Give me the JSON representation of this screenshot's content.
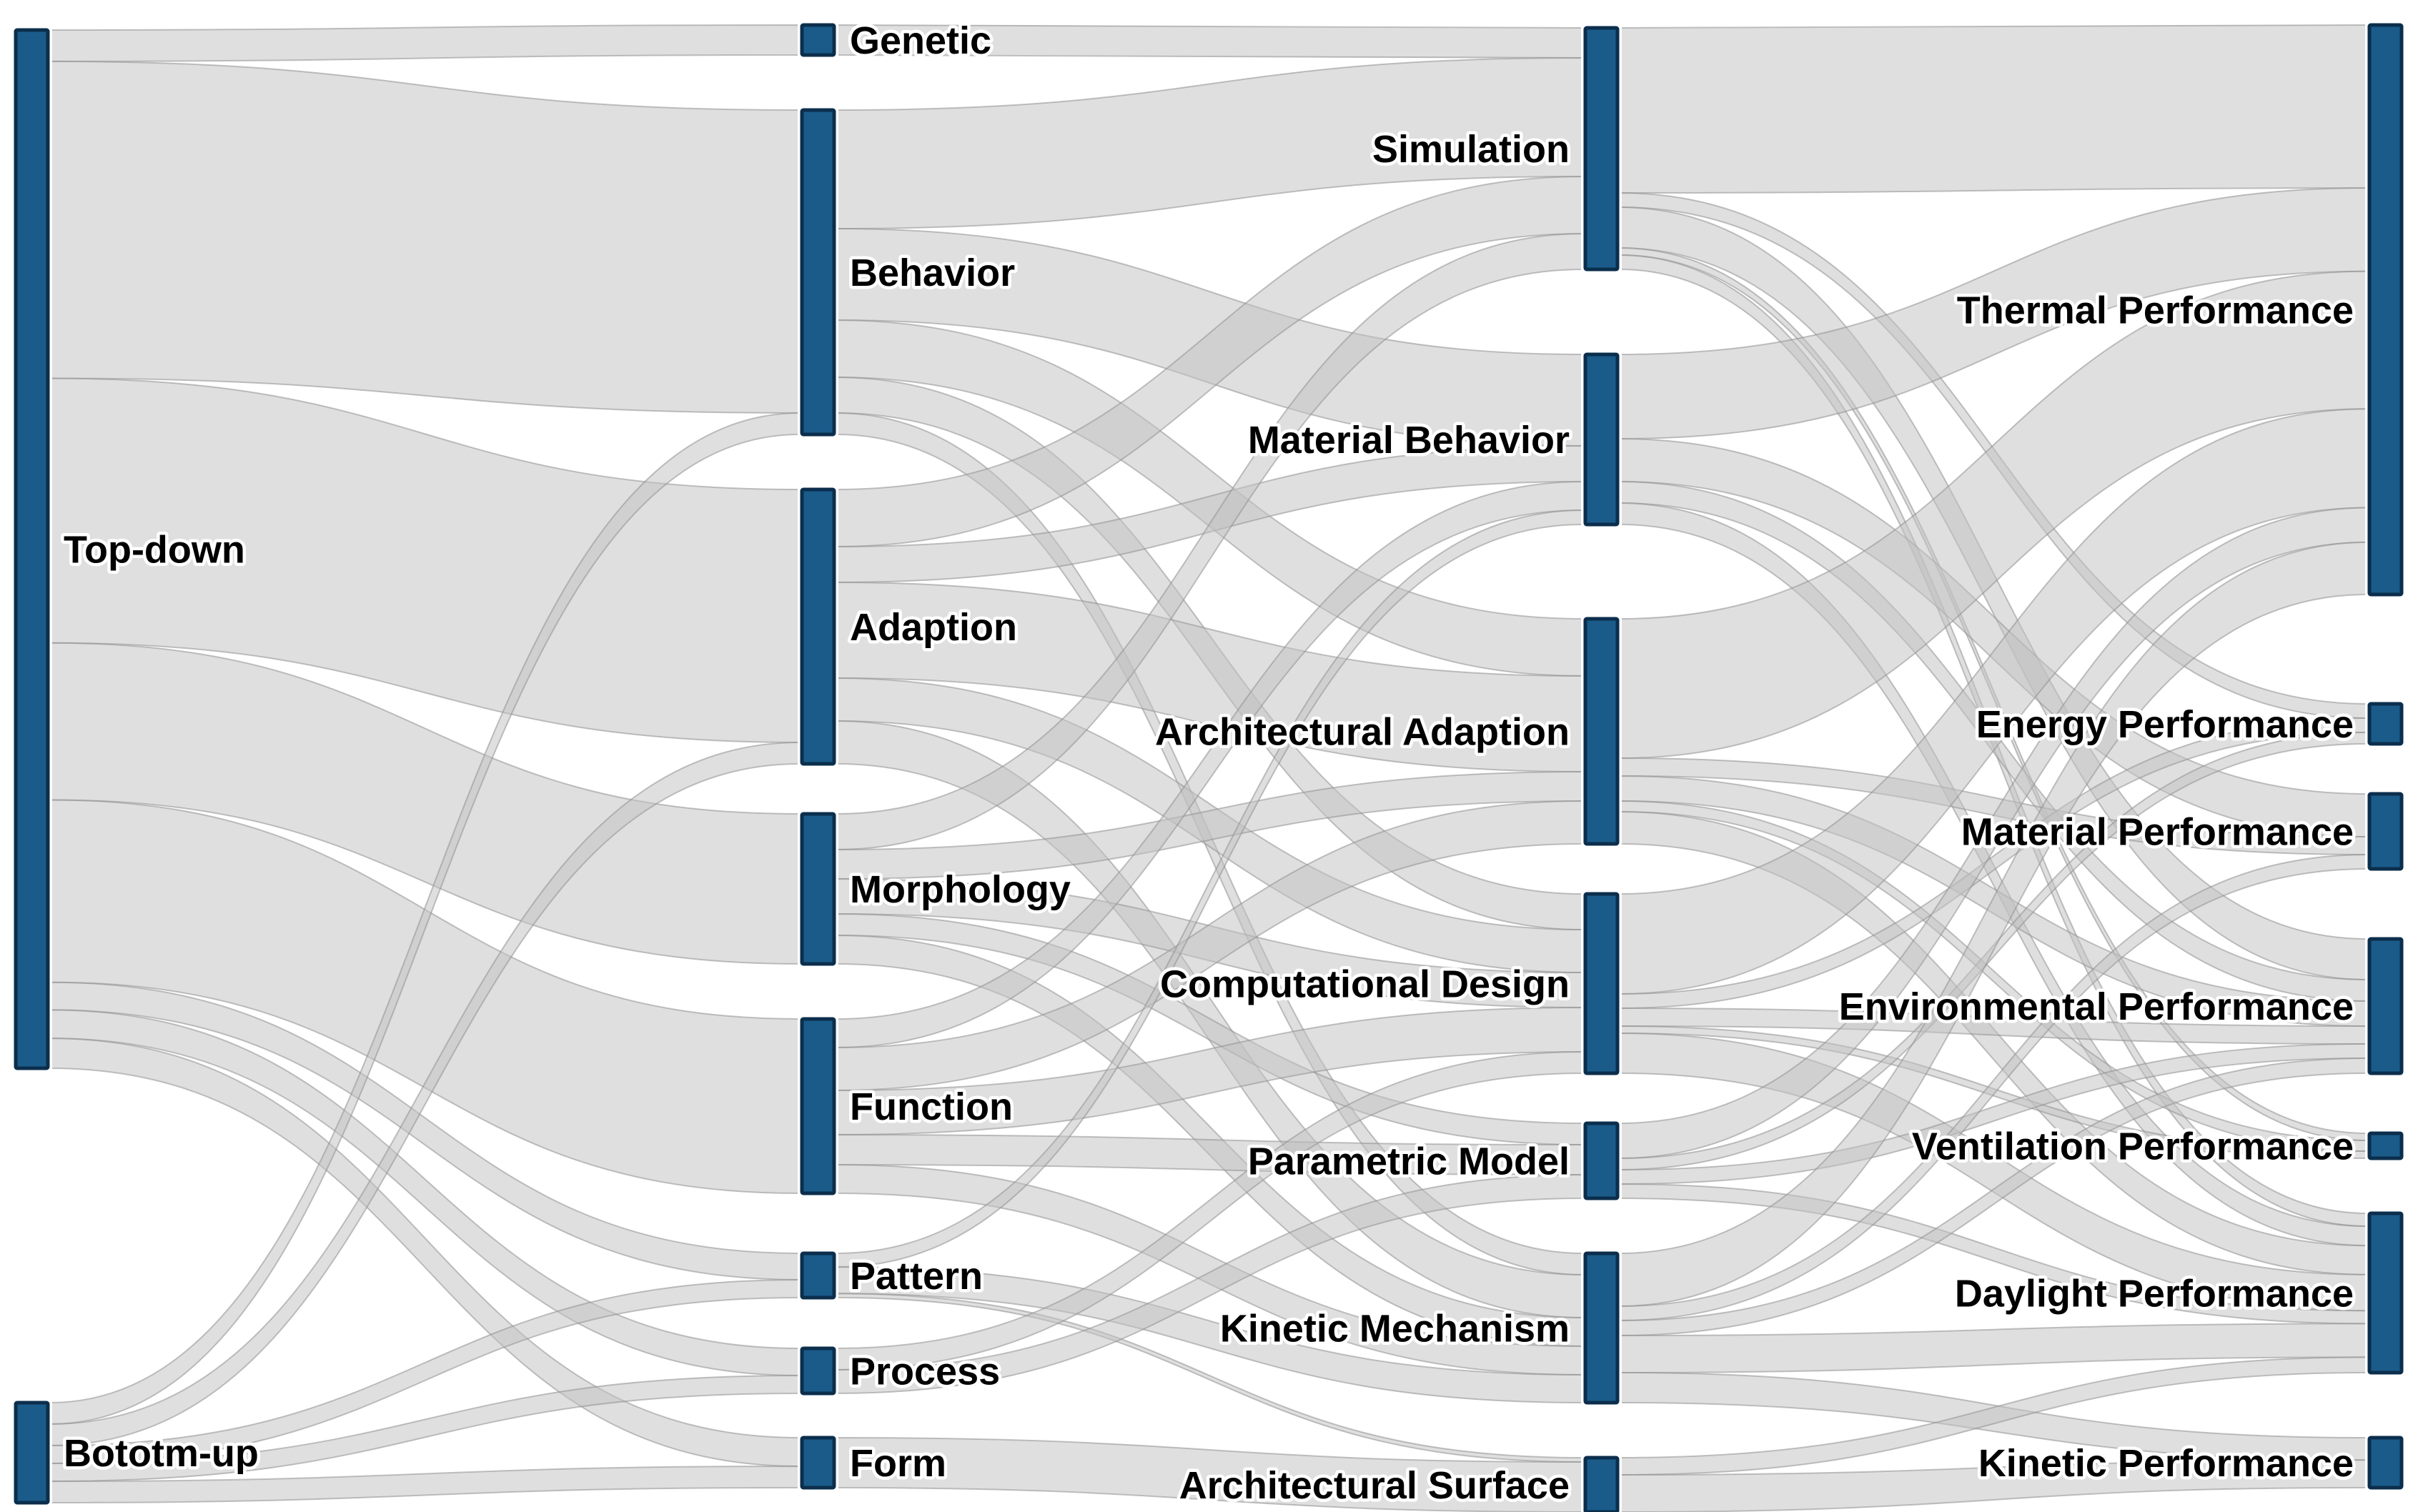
{
  "figure": {
    "title": "Sankey diagram of biomimetic design approaches, strategies, methods and performance targets",
    "background_color": "#ffffff"
  },
  "colors": {
    "node_fill": "#1a5b89",
    "node_stroke": "#0b2e4c",
    "node_halo": "#ffffff",
    "link_fill": "#c2c2c2",
    "link_stroke": "#8f8f8f",
    "label_color": "#000000",
    "label_halo": "#ffffff"
  },
  "chart_data": {
    "type": "sankey",
    "columns": [
      "approach",
      "strategy",
      "method",
      "performance"
    ],
    "legend_position": "none",
    "grid": false,
    "nodes": [
      {
        "id": "top-down",
        "label": "Top-down",
        "column": 0,
        "value": 1453
      },
      {
        "id": "bototm-up",
        "label": "Bototm-up",
        "column": 0,
        "value": 140
      },
      {
        "id": "genetic",
        "label": "Genetic",
        "column": 1,
        "value": 42
      },
      {
        "id": "behavior",
        "label": "Behavior",
        "column": 1,
        "value": 454
      },
      {
        "id": "adaption",
        "label": "Adaption",
        "column": 1,
        "value": 384
      },
      {
        "id": "morphology",
        "label": "Morphology",
        "column": 1,
        "value": 210
      },
      {
        "id": "function",
        "label": "Function",
        "column": 1,
        "value": 244
      },
      {
        "id": "pattern",
        "label": "Pattern",
        "column": 1,
        "value": 62
      },
      {
        "id": "process",
        "label": "Process",
        "column": 1,
        "value": 63
      },
      {
        "id": "form",
        "label": "Form",
        "column": 1,
        "value": 70
      },
      {
        "id": "simulation",
        "label": "Simulation",
        "column": 2,
        "value": 338
      },
      {
        "id": "material-behavior",
        "label": "Material Behavior",
        "column": 2,
        "value": 238
      },
      {
        "id": "architectural-adaption",
        "label": "Architectural Adaption",
        "column": 2,
        "value": 315
      },
      {
        "id": "computational-design",
        "label": "Computational Design",
        "column": 2,
        "value": 251
      },
      {
        "id": "parametric-model",
        "label": "Parametric Model",
        "column": 2,
        "value": 105
      },
      {
        "id": "kinetic-mechanism",
        "label": "Kinetic Mechanism",
        "column": 2,
        "value": 209
      },
      {
        "id": "architectural-surface",
        "label": "Architectural Surface",
        "column": 2,
        "value": 76
      },
      {
        "id": "thermal-performance",
        "label": "Thermal Performance",
        "column": 3,
        "value": 797
      },
      {
        "id": "energy-performance",
        "label": "Energy Performance",
        "column": 3,
        "value": 56
      },
      {
        "id": "material-performance",
        "label": "Material Performance",
        "column": 3,
        "value": 105
      },
      {
        "id": "environmental-performance",
        "label": "Environmental Performance",
        "column": 3,
        "value": 188
      },
      {
        "id": "ventilation-performance",
        "label": "Ventilation Performance",
        "column": 3,
        "value": 35
      },
      {
        "id": "daylight-performance",
        "label": "Daylight Performance",
        "column": 3,
        "value": 223
      },
      {
        "id": "kinetic-performance",
        "label": "Kinetic Performance",
        "column": 3,
        "value": 70
      }
    ],
    "links": [
      {
        "source": "top-down",
        "target": "genetic",
        "value": 42
      },
      {
        "source": "top-down",
        "target": "behavior",
        "value": 424
      },
      {
        "source": "top-down",
        "target": "adaption",
        "value": 354
      },
      {
        "source": "top-down",
        "target": "morphology",
        "value": 210
      },
      {
        "source": "top-down",
        "target": "function",
        "value": 244
      },
      {
        "source": "top-down",
        "target": "pattern",
        "value": 37
      },
      {
        "source": "top-down",
        "target": "process",
        "value": 38
      },
      {
        "source": "top-down",
        "target": "form",
        "value": 40
      },
      {
        "source": "bototm-up",
        "target": "behavior",
        "value": 30
      },
      {
        "source": "bototm-up",
        "target": "adaption",
        "value": 30
      },
      {
        "source": "bototm-up",
        "target": "pattern",
        "value": 25
      },
      {
        "source": "bototm-up",
        "target": "process",
        "value": 25
      },
      {
        "source": "bototm-up",
        "target": "form",
        "value": 30
      },
      {
        "source": "genetic",
        "target": "simulation",
        "value": 42
      },
      {
        "source": "behavior",
        "target": "simulation",
        "value": 166
      },
      {
        "source": "behavior",
        "target": "material-behavior",
        "value": 128
      },
      {
        "source": "behavior",
        "target": "architectural-adaption",
        "value": 80
      },
      {
        "source": "behavior",
        "target": "computational-design",
        "value": 50
      },
      {
        "source": "behavior",
        "target": "kinetic-mechanism",
        "value": 30
      },
      {
        "source": "adaption",
        "target": "simulation",
        "value": 80
      },
      {
        "source": "adaption",
        "target": "material-behavior",
        "value": 50
      },
      {
        "source": "adaption",
        "target": "architectural-adaption",
        "value": 134
      },
      {
        "source": "adaption",
        "target": "computational-design",
        "value": 60
      },
      {
        "source": "adaption",
        "target": "kinetic-mechanism",
        "value": 60
      },
      {
        "source": "morphology",
        "target": "simulation",
        "value": 50
      },
      {
        "source": "morphology",
        "target": "architectural-adaption",
        "value": 41
      },
      {
        "source": "morphology",
        "target": "computational-design",
        "value": 49
      },
      {
        "source": "morphology",
        "target": "parametric-model",
        "value": 30
      },
      {
        "source": "morphology",
        "target": "kinetic-mechanism",
        "value": 40
      },
      {
        "source": "function",
        "target": "material-behavior",
        "value": 40
      },
      {
        "source": "function",
        "target": "architectural-adaption",
        "value": 60
      },
      {
        "source": "function",
        "target": "computational-design",
        "value": 62
      },
      {
        "source": "function",
        "target": "parametric-model",
        "value": 42
      },
      {
        "source": "function",
        "target": "kinetic-mechanism",
        "value": 40
      },
      {
        "source": "pattern",
        "target": "material-behavior",
        "value": 20
      },
      {
        "source": "pattern",
        "target": "kinetic-mechanism",
        "value": 39
      },
      {
        "source": "pattern",
        "target": "architectural-surface",
        "value": 6
      },
      {
        "source": "process",
        "target": "computational-design",
        "value": 30
      },
      {
        "source": "process",
        "target": "parametric-model",
        "value": 33
      },
      {
        "source": "form",
        "target": "architectural-surface",
        "value": 70
      },
      {
        "source": "simulation",
        "target": "thermal-performance",
        "value": 231
      },
      {
        "source": "simulation",
        "target": "energy-performance",
        "value": 20
      },
      {
        "source": "simulation",
        "target": "environmental-performance",
        "value": 57
      },
      {
        "source": "simulation",
        "target": "ventilation-performance",
        "value": 10
      },
      {
        "source": "simulation",
        "target": "daylight-performance",
        "value": 20
      },
      {
        "source": "material-behavior",
        "target": "thermal-performance",
        "value": 118
      },
      {
        "source": "material-behavior",
        "target": "material-performance",
        "value": 60
      },
      {
        "source": "material-behavior",
        "target": "environmental-performance",
        "value": 30
      },
      {
        "source": "material-behavior",
        "target": "daylight-performance",
        "value": 30
      },
      {
        "source": "architectural-adaption",
        "target": "thermal-performance",
        "value": 195
      },
      {
        "source": "architectural-adaption",
        "target": "material-performance",
        "value": 25
      },
      {
        "source": "architectural-adaption",
        "target": "environmental-performance",
        "value": 35
      },
      {
        "source": "architectural-adaption",
        "target": "ventilation-performance",
        "value": 15
      },
      {
        "source": "architectural-adaption",
        "target": "daylight-performance",
        "value": 45
      },
      {
        "source": "computational-design",
        "target": "thermal-performance",
        "value": 140
      },
      {
        "source": "computational-design",
        "target": "energy-performance",
        "value": 20
      },
      {
        "source": "computational-design",
        "target": "environmental-performance",
        "value": 25
      },
      {
        "source": "computational-design",
        "target": "ventilation-performance",
        "value": 10
      },
      {
        "source": "computational-design",
        "target": "daylight-performance",
        "value": 56
      },
      {
        "source": "parametric-model",
        "target": "thermal-performance",
        "value": 49
      },
      {
        "source": "parametric-model",
        "target": "energy-performance",
        "value": 16
      },
      {
        "source": "parametric-model",
        "target": "environmental-performance",
        "value": 20
      },
      {
        "source": "parametric-model",
        "target": "daylight-performance",
        "value": 20
      },
      {
        "source": "kinetic-mechanism",
        "target": "thermal-performance",
        "value": 74
      },
      {
        "source": "kinetic-mechanism",
        "target": "material-performance",
        "value": 20
      },
      {
        "source": "kinetic-mechanism",
        "target": "environmental-performance",
        "value": 21
      },
      {
        "source": "kinetic-mechanism",
        "target": "daylight-performance",
        "value": 52
      },
      {
        "source": "kinetic-mechanism",
        "target": "kinetic-performance",
        "value": 42
      },
      {
        "source": "architectural-surface",
        "target": "daylight-performance",
        "value": 24
      },
      {
        "source": "architectural-surface",
        "target": "kinetic-performance",
        "value": 52
      }
    ]
  }
}
